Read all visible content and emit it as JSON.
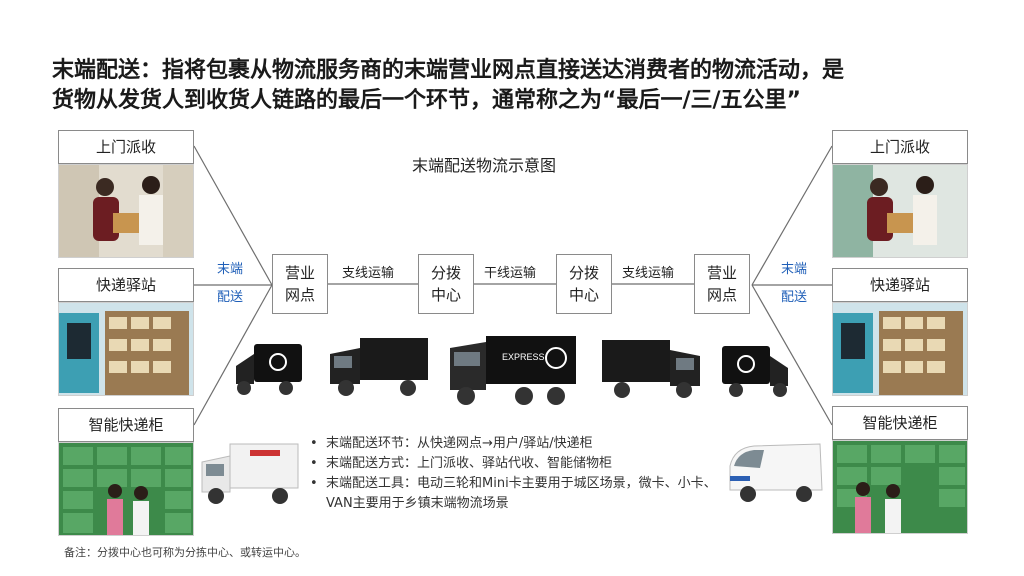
{
  "headline": {
    "line1": "末端配送：指将包裹从物流服务商的末端营业网点直接送达消费者的物流活动，是",
    "line2": "货物从发货人到收货人链路的最后一个环节，通常称之为“最后一/三/五公里”"
  },
  "diagram": {
    "title": "末端配送物流示意图",
    "left_channels": [
      "上门派收",
      "快递驿站",
      "智能快递柜"
    ],
    "right_channels": [
      "上门派收",
      "快递驿站",
      "智能快递柜"
    ],
    "side_label": {
      "line1": "末端",
      "line2": "配送"
    },
    "nodes": [
      {
        "line1": "营业",
        "line2": "网点"
      },
      {
        "line1": "分拨",
        "line2": "中心"
      },
      {
        "line1": "分拨",
        "line2": "中心"
      },
      {
        "line1": "营业",
        "line2": "网点"
      }
    ],
    "edges": [
      "支线运输",
      "干线运输",
      "支线运输"
    ],
    "vehicle_logo_text": "EXPRESS"
  },
  "bullets": [
    "末端配送环节：从快递网点→用户/驿站/快递柜",
    "末端配送方式：上门派收、驿站代收、智能储物柜",
    "末端配送工具：电动三轮和Mini卡主要用于城区场景，微卡、小卡、VAN主要用于乡镇末端物流场景"
  ],
  "footnote": "备注：分拨中心也可称为分拣中心、或转运中心。",
  "colors": {
    "accent_blue": "#1f5fb8",
    "line_gray": "#6e6e6e",
    "locker_green": "#3d8a4a"
  }
}
